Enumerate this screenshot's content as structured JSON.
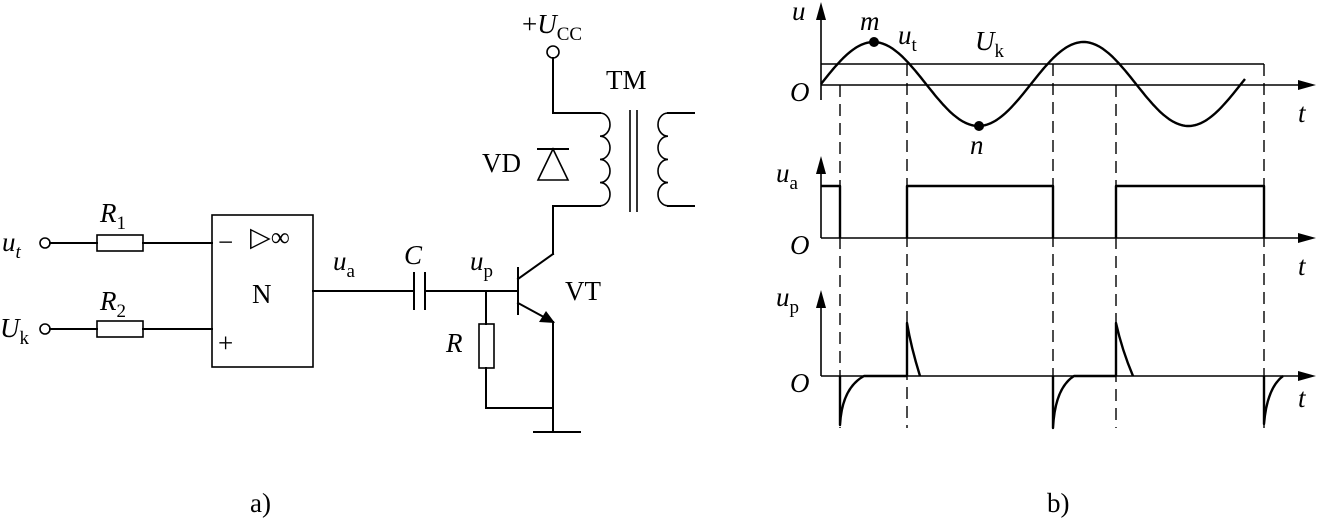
{
  "panel_a": {
    "caption": "a)",
    "input_t": {
      "main": "u",
      "sub": "t"
    },
    "input_k": {
      "main": "U",
      "sub": "k"
    },
    "r1": {
      "main": "R",
      "sub": "1"
    },
    "r2": {
      "main": "R",
      "sub": "2"
    },
    "comparator": {
      "label": "N",
      "symbol": "▷∞",
      "minus": "−",
      "plus": "+"
    },
    "ua": {
      "main": "u",
      "sub": "a"
    },
    "capacitor": "C",
    "up": {
      "main": "u",
      "sub": "p"
    },
    "resistor": "R",
    "transistor": "VT",
    "diode": "VD",
    "transformer": "TM",
    "supply": {
      "prefix": "+",
      "main": "U",
      "sub": "CC"
    }
  },
  "panel_b": {
    "caption": "b)",
    "top": {
      "yaxis": "u",
      "origin": "O",
      "taxis": "t",
      "point_m": "m",
      "point_n": "n",
      "ut": {
        "main": "u",
        "sub": "t"
      },
      "uk": {
        "main": "U",
        "sub": "k"
      }
    },
    "middle": {
      "ylabel": {
        "main": "u",
        "sub": "a"
      },
      "origin": "O",
      "taxis": "t"
    },
    "bottom": {
      "ylabel": {
        "main": "u",
        "sub": "p"
      },
      "origin": "O",
      "taxis": "t"
    }
  }
}
